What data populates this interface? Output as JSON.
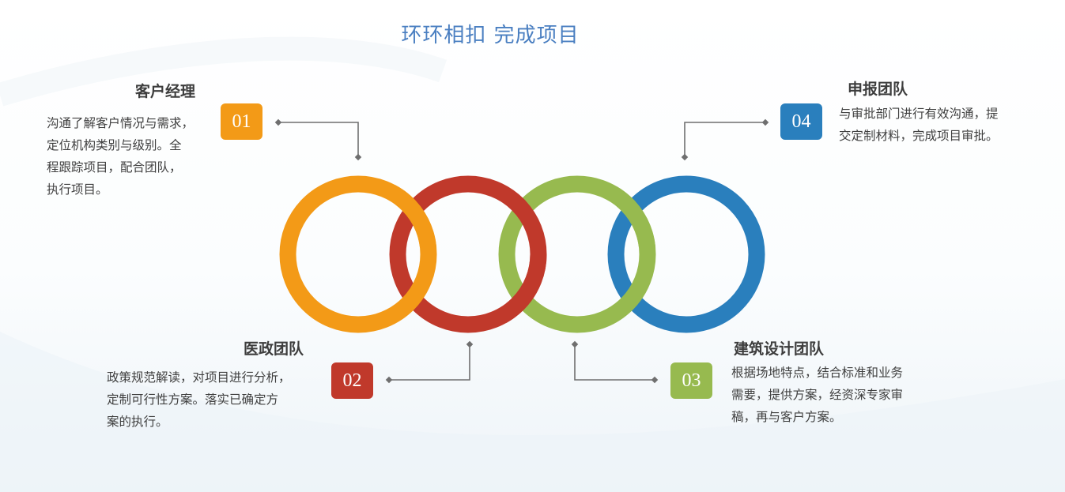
{
  "title": "环环相扣  完成项目",
  "colors": {
    "title": "#4a7fc1",
    "orange": "#f39a17",
    "red": "#c0392b",
    "green": "#97ba4f",
    "blue": "#2a7fbd",
    "connector": "#6f6f6f"
  },
  "steps": [
    {
      "number": "01",
      "heading": "客户经理",
      "lines": [
        "沟通了解客户情况与需求，",
        "定位机构类别与级别。全",
        "程跟踪项目，配合团队，",
        "执行项目。"
      ]
    },
    {
      "number": "02",
      "heading": "医政团队",
      "lines": [
        "政策规范解读，对项目进行分析，",
        "定制可行性方案。落实已确定方",
        "案的执行。"
      ]
    },
    {
      "number": "03",
      "heading": "建筑设计团队",
      "lines": [
        "根据场地特点，结合标准和业务",
        "需要，提供方案，经资深专家审",
        "稿，再与客户方案。"
      ]
    },
    {
      "number": "04",
      "heading": "申报团队",
      "lines": [
        "与审批部门进行有效沟通，提",
        "交定制材料，完成项目审批。"
      ]
    }
  ]
}
